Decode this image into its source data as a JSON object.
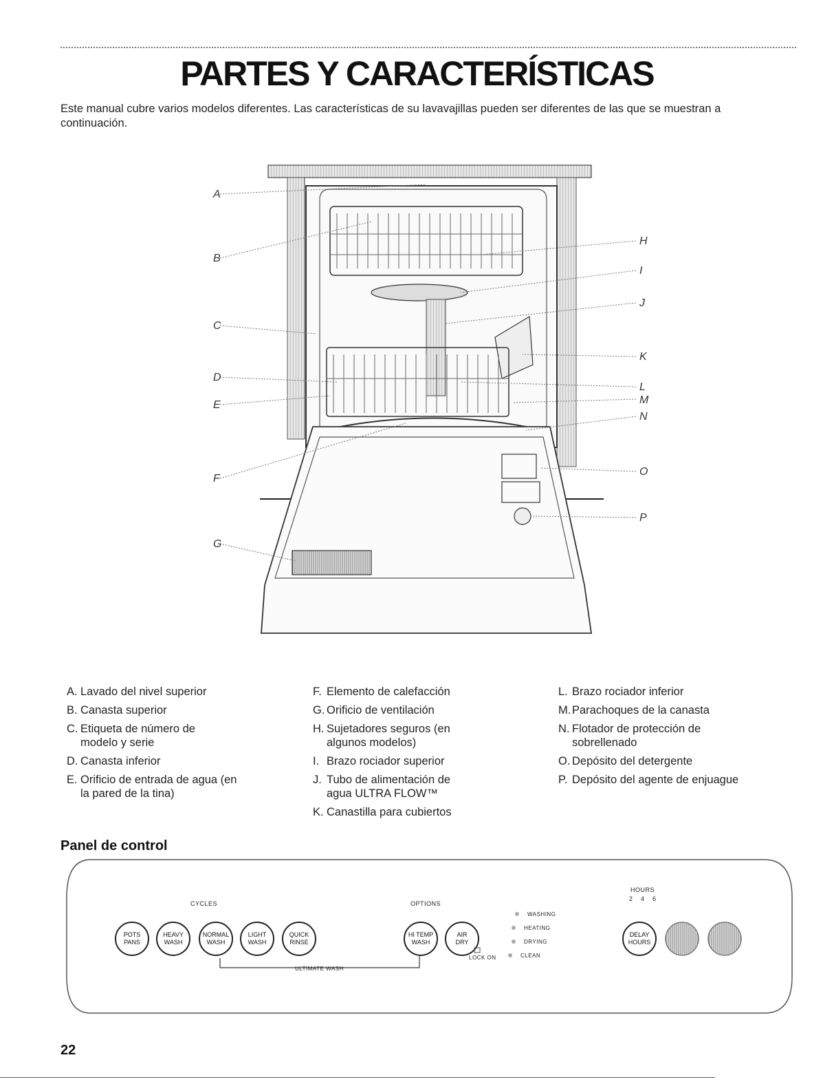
{
  "page": {
    "title": "PARTES Y CARACTERÍSTICAS",
    "intro": "Este manual cubre varios modelos diferentes. Las características de su lavavajillas pueden ser diferentes de las que se muestran a continuación.",
    "page_number": "22"
  },
  "diagram": {
    "callouts": [
      "A",
      "B",
      "C",
      "D",
      "E",
      "F",
      "G",
      "H",
      "I",
      "J",
      "K",
      "L",
      "M",
      "N",
      "O",
      "P"
    ]
  },
  "parts": {
    "col1": [
      {
        "letter": "A.",
        "text": "Lavado del nivel superior"
      },
      {
        "letter": "B.",
        "text": "Canasta superior"
      },
      {
        "letter": "C.",
        "text": "Etiqueta de número de modelo y serie"
      },
      {
        "letter": "D.",
        "text": "Canasta inferior"
      },
      {
        "letter": "E.",
        "text": "Orificio de entrada de agua (en la pared de la tina)"
      }
    ],
    "col2": [
      {
        "letter": "F.",
        "text": "Elemento de calefacción"
      },
      {
        "letter": "G.",
        "text": "Orificio de ventilación"
      },
      {
        "letter": "H.",
        "text": "Sujetadores seguros (en algunos modelos)"
      },
      {
        "letter": "I.",
        "text": "Brazo rociador superior"
      },
      {
        "letter": "J.",
        "text": "Tubo de alimentación de agua ULTRA FLOW™"
      },
      {
        "letter": "K.",
        "text": "Canastilla para cubiertos"
      }
    ],
    "col3": [
      {
        "letter": "L.",
        "text": "Brazo rociador inferior"
      },
      {
        "letter": "M.",
        "text": "Parachoques de la canasta"
      },
      {
        "letter": "N.",
        "text": "Flotador de protección de sobrellenado"
      },
      {
        "letter": "O.",
        "text": "Depósito del detergente"
      },
      {
        "letter": "P.",
        "text": "Depósito del agente de enjuague"
      }
    ]
  },
  "control_panel": {
    "heading": "Panel de control",
    "cycles_label": "CYCLES",
    "options_label": "OPTIONS",
    "ultimate_wash": "ULTIMATE WASH",
    "lock_on": "LOCK ON",
    "hours_label": "HOURS",
    "hours_values": [
      "2",
      "4",
      "6"
    ],
    "buttons": {
      "pots_pans": [
        "POTS",
        "PANS"
      ],
      "heavy_wash": [
        "HEAVY",
        "WASH"
      ],
      "normal_wash": [
        "NORMAL",
        "WASH"
      ],
      "light_wash": [
        "LIGHT",
        "WASH"
      ],
      "quick_rinse": [
        "QUICK",
        "RINSE"
      ],
      "hi_temp_wash": [
        "HI TEMP",
        "WASH"
      ],
      "air_dry": [
        "AIR",
        "DRY"
      ],
      "delay_hours": [
        "DELAY",
        "HOURS"
      ]
    },
    "status": [
      "WASHING",
      "HEATING",
      "DRYING",
      "CLEAN"
    ]
  }
}
